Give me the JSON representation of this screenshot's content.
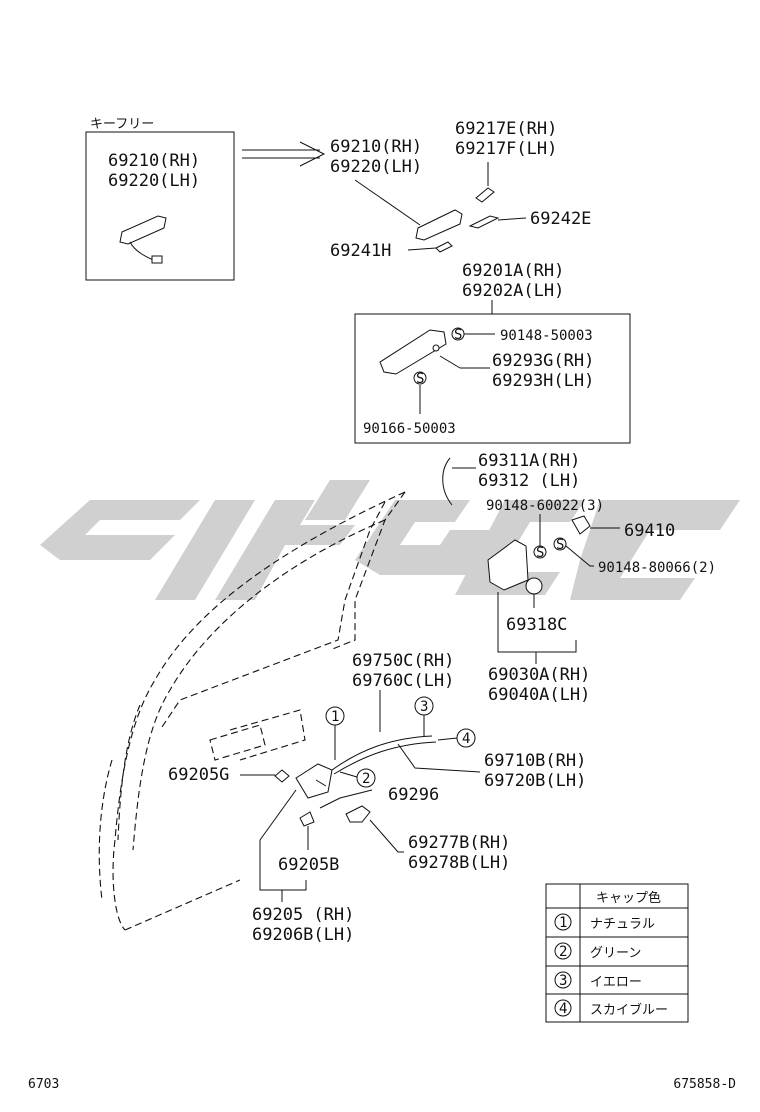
{
  "keyfree_label": "キーフリー",
  "labels": {
    "p69210_rh_inset": "69210(RH)",
    "p69220_lh_inset": "69220(LH)",
    "p69210_rh": "69210(RH)",
    "p69220_lh": "69220(LH)",
    "p69217e_rh": "69217E(RH)",
    "p69217f_lh": "69217F(LH)",
    "p69242e": "69242E",
    "p69241h": "69241H",
    "p69201a_rh": "69201A(RH)",
    "p69202a_lh": "69202A(LH)",
    "p90148_50003": "90148-50003",
    "p69293g_rh": "69293G(RH)",
    "p69293h_lh": "69293H(LH)",
    "p90166_50003": "90166-50003",
    "p69311a_rh": "69311A(RH)",
    "p69312_lh": "69312 (LH)",
    "p90148_60022": "90148-60022(3)",
    "p69410": "69410",
    "p90148_80066": "90148-80066(2)",
    "p69318c": "69318C",
    "p69030a_rh": "69030A(RH)",
    "p69040a_lh": "69040A(LH)",
    "p69750c_rh": "69750C(RH)",
    "p69760c_lh": "69760C(LH)",
    "p69710b_rh": "69710B(RH)",
    "p69720b_lh": "69720B(LH)",
    "p69205g": "69205G",
    "p69296": "69296",
    "p69277b_rh": "69277B(RH)",
    "p69278b_lh": "69278B(LH)",
    "p69205b": "69205B",
    "p69205_rh": "69205 (RH)",
    "p69206b_lh": "69206B(LH)"
  },
  "callouts": [
    "1",
    "2",
    "3",
    "4"
  ],
  "cap_symbols": {
    "s": "S"
  },
  "cap_table": {
    "header": "キャップ色",
    "rows": [
      {
        "num": "1",
        "color": "ナチュラル"
      },
      {
        "num": "2",
        "color": "グリーン"
      },
      {
        "num": "3",
        "color": "イエロー"
      },
      {
        "num": "4",
        "color": "スカイブルー"
      }
    ]
  },
  "footer": {
    "left": "6703",
    "right": "675858-D"
  }
}
